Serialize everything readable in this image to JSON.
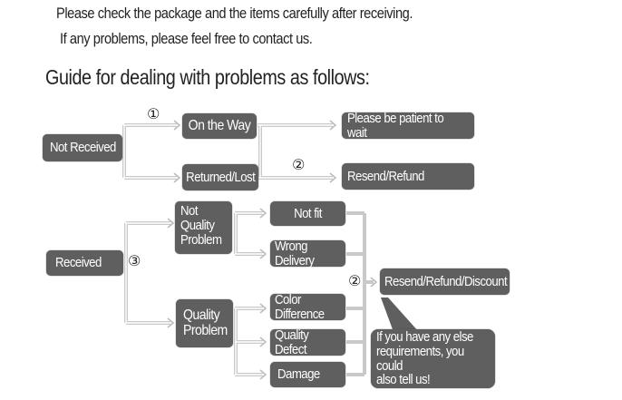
{
  "intro": {
    "line1": "Please check the package and the items carefully after receiving.",
    "line2": "If any problems, please feel free to contact us."
  },
  "guide_title": "Guide for dealing with problems as follows:",
  "colors": {
    "box": "#5f5f5f",
    "connector": "#c8c8c8",
    "text": "#222222"
  },
  "not_received": {
    "root": "Not Received",
    "step1_marker": "①",
    "on_the_way": "On the Way",
    "returned_lost": "Returned/Lost",
    "step2_marker": "②",
    "patient": "Please be patient to wait",
    "resend_refund": "Resend/Refund"
  },
  "received": {
    "root": "Received",
    "step3_marker": "③",
    "not_quality_problem": "Not Quality Problem",
    "nqp_lines": [
      "Not",
      "Quality",
      "Problem"
    ],
    "quality_problem_lines": [
      "Quality",
      "Problem"
    ],
    "not_fit": "Not fit",
    "wrong_delivery": "Wrong Delivery",
    "color_difference": "Color Difference",
    "quality_defect": "Quality Defect",
    "damage": "Damage",
    "step2_marker": "②",
    "outcome": "Resend/Refund/Discount",
    "note": "If you have any else requirements, you could also tell us!",
    "note_lines": [
      "If you have any else",
      "requirements, you could",
      "also tell us!"
    ]
  }
}
